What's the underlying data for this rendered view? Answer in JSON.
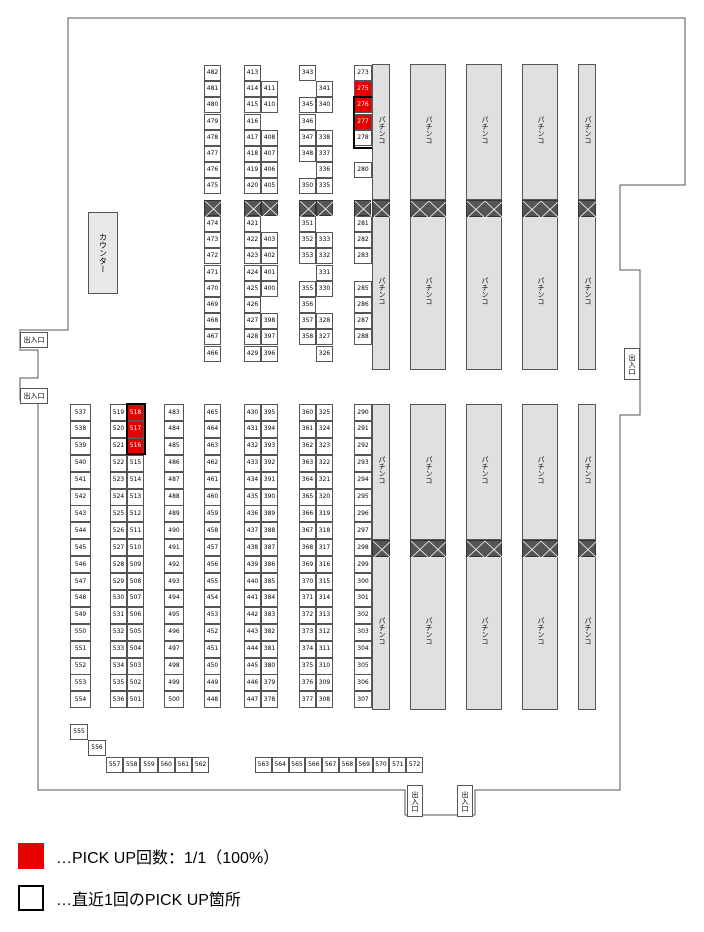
{
  "labels": {
    "counter": "カウンター",
    "pachinko": "パチンコ",
    "exit": "出入口"
  },
  "colors": {
    "pick": "#e60000",
    "strip": "#e0e0e0",
    "line": "#555555"
  },
  "machines": {
    "col1": [
      "482",
      "481",
      "480",
      "479",
      "478",
      "477",
      "476",
      "475",
      "474",
      "473",
      "472",
      "471",
      "470",
      "469",
      "468",
      "467",
      "466"
    ],
    "col2a": [
      "413",
      "414",
      "415",
      "416",
      "417",
      "418",
      "419",
      "420",
      "421",
      "422",
      "423",
      "424",
      "425",
      "426",
      "427",
      "428",
      "429"
    ],
    "col2b": [
      "",
      "411",
      "410",
      "",
      "408",
      "407",
      "406",
      "405",
      "",
      "403",
      "402",
      "401",
      "400",
      "",
      "398",
      "397",
      "396"
    ],
    "col3a": [
      "343",
      "",
      "345",
      "346",
      "347",
      "348",
      "",
      "350",
      "351",
      "352",
      "353",
      "",
      "355",
      "356",
      "357",
      "358",
      ""
    ],
    "col3b": [
      "",
      "341",
      "340",
      "",
      "338",
      "337",
      "336",
      "335",
      "",
      "333",
      "332",
      "331",
      "330",
      "",
      "328",
      "327",
      "326"
    ],
    "col4": [
      "273",
      "275",
      "276",
      "277",
      "278",
      "",
      "280",
      "",
      "281",
      "282",
      "283",
      "",
      "285",
      "286",
      "287",
      "288"
    ],
    "blk1": [
      "537",
      "538",
      "539",
      "540",
      "541",
      "542",
      "543",
      "544",
      "545",
      "546",
      "547",
      "548",
      "549",
      "550",
      "551",
      "552",
      "553",
      "554"
    ],
    "blk2a": [
      "519",
      "520",
      "521",
      "522",
      "523",
      "524",
      "525",
      "526",
      "527",
      "528",
      "529",
      "530",
      "531",
      "532",
      "533",
      "534",
      "535",
      "536"
    ],
    "blk2b": [
      "518",
      "517",
      "516",
      "515",
      "514",
      "513",
      "512",
      "511",
      "510",
      "509",
      "508",
      "507",
      "506",
      "505",
      "504",
      "503",
      "502",
      "501"
    ],
    "blk3": [
      "483",
      "484",
      "485",
      "486",
      "487",
      "488",
      "489",
      "490",
      "491",
      "492",
      "493",
      "494",
      "495",
      "496",
      "497",
      "498",
      "499",
      "500"
    ],
    "blk4": [
      "465",
      "464",
      "463",
      "462",
      "461",
      "460",
      "459",
      "458",
      "457",
      "456",
      "455",
      "454",
      "453",
      "452",
      "451",
      "450",
      "449",
      "448"
    ],
    "blk5a": [
      "430",
      "431",
      "432",
      "433",
      "434",
      "435",
      "436",
      "437",
      "438",
      "439",
      "440",
      "441",
      "442",
      "443",
      "444",
      "445",
      "446",
      "447"
    ],
    "blk5b": [
      "395",
      "394",
      "393",
      "392",
      "391",
      "390",
      "389",
      "388",
      "387",
      "386",
      "385",
      "384",
      "383",
      "382",
      "381",
      "380",
      "379",
      "378"
    ],
    "blk6a": [
      "360",
      "361",
      "362",
      "363",
      "364",
      "365",
      "366",
      "367",
      "368",
      "369",
      "370",
      "371",
      "372",
      "373",
      "374",
      "375",
      "376",
      "377"
    ],
    "blk6b": [
      "325",
      "324",
      "323",
      "322",
      "321",
      "320",
      "319",
      "318",
      "317",
      "316",
      "315",
      "314",
      "313",
      "312",
      "311",
      "310",
      "309",
      "308"
    ],
    "blk7": [
      "290",
      "291",
      "292",
      "293",
      "294",
      "295",
      "296",
      "297",
      "298",
      "299",
      "300",
      "301",
      "302",
      "303",
      "304",
      "305",
      "306",
      "307"
    ],
    "stairs": [
      "555",
      "556"
    ],
    "bottom1": [
      "557",
      "558",
      "559",
      "560",
      "561",
      "562"
    ],
    "bottom2": [
      "563",
      "564",
      "565",
      "566",
      "567",
      "568",
      "569",
      "570",
      "571",
      "572"
    ]
  },
  "pickups": [
    "275",
    "276",
    "277",
    "518",
    "517",
    "516"
  ],
  "legend": {
    "pick": "…PICK UP回数：1/1（100%）",
    "recent": "…直近1回のPICK UP箇所"
  }
}
